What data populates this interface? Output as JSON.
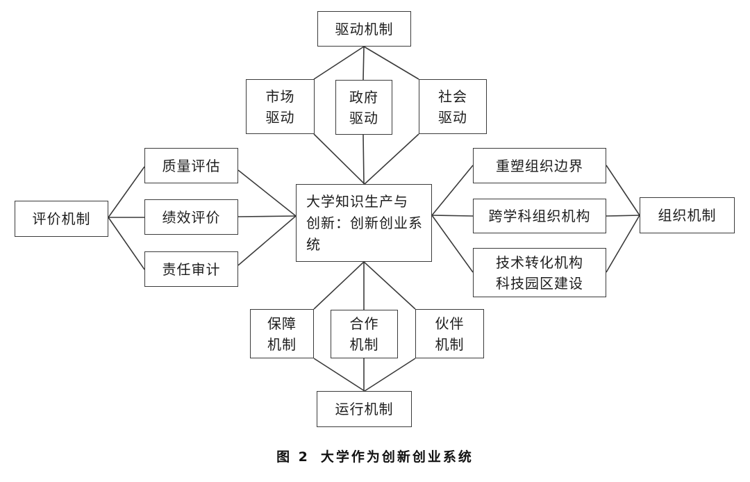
{
  "styles": {
    "line_color": "#3a3a3a",
    "box_border_color": "#3a3a3a",
    "text_color": "#1c1c1c",
    "background": "#ffffff"
  },
  "caption": {
    "label": "图 2",
    "title": "大学作为创新创业系统"
  },
  "nodes": {
    "drive_hub": {
      "label": "驱动机制"
    },
    "market_drive": {
      "label": "市场\n驱动"
    },
    "gov_drive": {
      "label": "政府\n驱动"
    },
    "social_drive": {
      "label": "社会\n驱动"
    },
    "center": {
      "label": "大学知识生产与\n创新：创新创业系\n统"
    },
    "eval_hub": {
      "label": "评价机制"
    },
    "quality_eval": {
      "label": "质量评估"
    },
    "performance_eval": {
      "label": "绩效评价"
    },
    "audit": {
      "label": "责任审计"
    },
    "reshape_boundary": {
      "label": "重塑组织边界"
    },
    "interdisciplinary_org": {
      "label": "跨学科组织机构"
    },
    "tech_transfer": {
      "label": "技术转化机构\n科技园区建设"
    },
    "org_hub": {
      "label": "组织机制"
    },
    "guarantee": {
      "label": "保障\n机制"
    },
    "cooperation": {
      "label": "合作\n机制"
    },
    "partner": {
      "label": "伙伴\n机制"
    },
    "run_hub": {
      "label": "运行机制"
    }
  },
  "edges": [
    {
      "from": "drive_hub",
      "to": "market_drive"
    },
    {
      "from": "drive_hub",
      "to": "gov_drive"
    },
    {
      "from": "drive_hub",
      "to": "social_drive"
    },
    {
      "from": "market_drive",
      "to": "center"
    },
    {
      "from": "gov_drive",
      "to": "center"
    },
    {
      "from": "social_drive",
      "to": "center"
    },
    {
      "from": "eval_hub",
      "to": "quality_eval"
    },
    {
      "from": "eval_hub",
      "to": "performance_eval"
    },
    {
      "from": "eval_hub",
      "to": "audit"
    },
    {
      "from": "quality_eval",
      "to": "center"
    },
    {
      "from": "performance_eval",
      "to": "center"
    },
    {
      "from": "audit",
      "to": "center"
    },
    {
      "from": "center",
      "to": "reshape_boundary"
    },
    {
      "from": "center",
      "to": "interdisciplinary_org"
    },
    {
      "from": "center",
      "to": "tech_transfer"
    },
    {
      "from": "reshape_boundary",
      "to": "org_hub"
    },
    {
      "from": "interdisciplinary_org",
      "to": "org_hub"
    },
    {
      "from": "tech_transfer",
      "to": "org_hub"
    },
    {
      "from": "center",
      "to": "guarantee"
    },
    {
      "from": "center",
      "to": "cooperation"
    },
    {
      "from": "center",
      "to": "partner"
    },
    {
      "from": "guarantee",
      "to": "run_hub"
    },
    {
      "from": "cooperation",
      "to": "run_hub"
    },
    {
      "from": "partner",
      "to": "run_hub"
    }
  ]
}
